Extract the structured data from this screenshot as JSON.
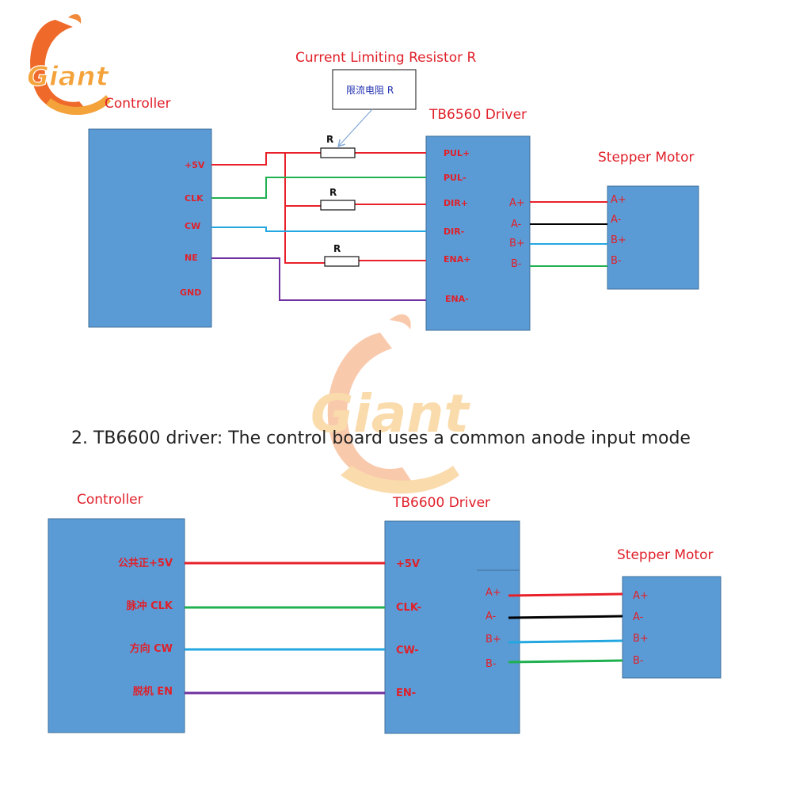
{
  "logo": {
    "text": "Giant"
  },
  "colors": {
    "box_fill": "#5b9bd5",
    "box_stroke": "#3f6f9a",
    "wire_red": "#e8202a",
    "wire_green": "#1fb050",
    "wire_blue": "#22a7e0",
    "wire_purple": "#7030a0",
    "wire_black": "#000000",
    "label_red": "#e0202a"
  },
  "section1": {
    "controller": {
      "title": "Controller",
      "pins": [
        "+5V",
        "CLK",
        "CW",
        "NE",
        "GND"
      ]
    },
    "resistor_callout": {
      "title": "Current Limiting Resistor R",
      "box_label": "限流电阻 R"
    },
    "resistors": [
      "R",
      "R",
      "R"
    ],
    "driver": {
      "title": "TB6560 Driver",
      "input_pins": [
        "PUL+",
        "PUL-",
        "DIR+",
        "DIR-",
        "ENA+",
        "ENA-"
      ],
      "output_pins": [
        "A+",
        "A-",
        "B+",
        "B-"
      ]
    },
    "motor": {
      "title": "Stepper Motor",
      "pins": [
        "A+",
        "A-",
        "B+",
        "B-"
      ]
    }
  },
  "section2": {
    "heading": "2. TB6600 driver: The control board uses a common anode input mode",
    "controller": {
      "title": "Controller",
      "pins": [
        "公共正+5V",
        "脉冲 CLK",
        "方向 CW",
        "脱机 EN"
      ]
    },
    "driver": {
      "title": "TB6600 Driver",
      "input_pins": [
        "+5V",
        "CLK-",
        "CW-",
        "EN-"
      ],
      "output_pins": [
        "A+",
        "A-",
        "B+",
        "B-"
      ]
    },
    "motor": {
      "title": "Stepper Motor",
      "pins": [
        "A+",
        "A-",
        "B+",
        "B-"
      ]
    }
  }
}
